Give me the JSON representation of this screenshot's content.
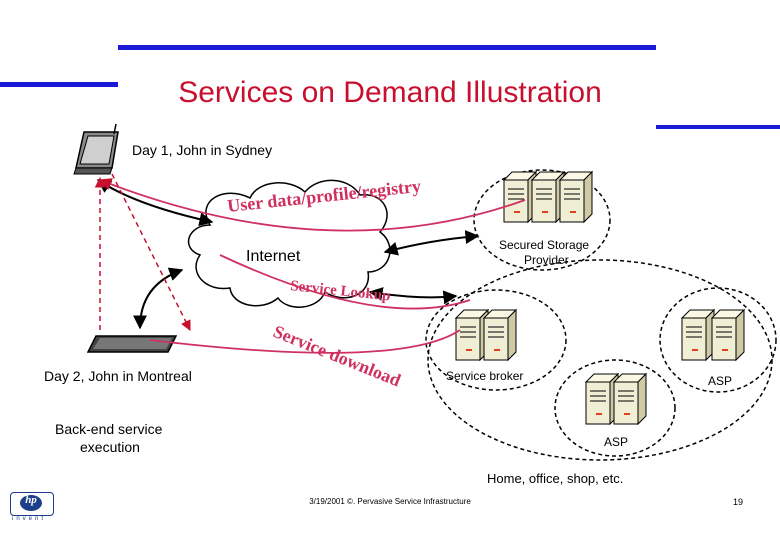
{
  "slide": {
    "title": "Services on Demand Illustration",
    "footer": "3/19/2001 ©. Pervasive Service Infrastructure",
    "page_number": "19",
    "logo_text": "hp",
    "logo_sub": "invent"
  },
  "labels": {
    "day1": "Day 1, John in Sydney",
    "day2": "Day 2, John in Montreal",
    "internet": "Internet",
    "secured_storage_1": "Secured Storage",
    "secured_storage_2": "Provider",
    "service_broker": "Service broker",
    "asp_right": "ASP",
    "asp_bottom": "ASP",
    "backend_1": "Back-end service",
    "backend_2": "execution",
    "home": "Home, office, shop, etc.",
    "curve_top": "User data/profile/registry",
    "curve_mid": "Service Lookup",
    "curve_low": "Service download"
  },
  "colors": {
    "title": "#c8102e",
    "accent_bar": "#1a1ad6",
    "curve": "#d03060",
    "dashed_arrow": "#c8102e"
  }
}
